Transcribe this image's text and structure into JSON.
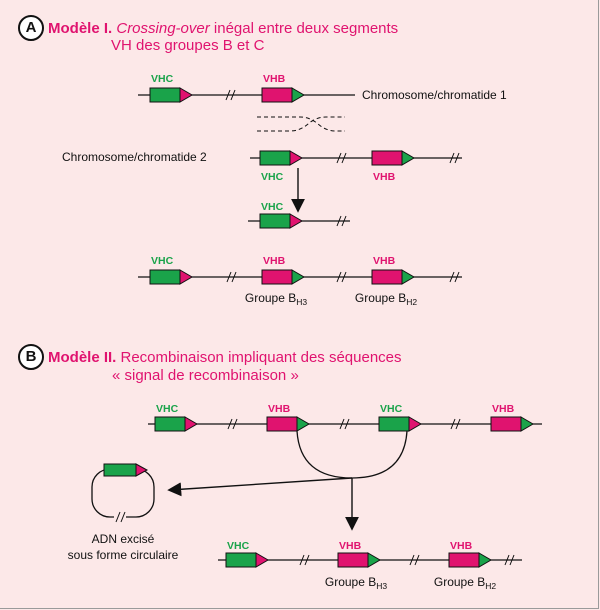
{
  "section_a": {
    "letter": "A",
    "model": "Modèle I.",
    "italic": "Crossing-over",
    "rest": " inégal entre deux segments",
    "line2": "VH des groupes B et C"
  },
  "section_b": {
    "letter": "B",
    "model": "Modèle II.",
    "rest": " Recombinaison impliquant des séquences",
    "line2": "« signal de recombinaison »"
  },
  "labels": {
    "vhc": "VHC",
    "vhb": "VHB",
    "chrom1": "Chromosome/chromatide 1",
    "chrom2": "Chromosome/chromatide 2",
    "groupe_prefix": "Groupe B",
    "h3": "H3",
    "h2": "H2",
    "adn_line1": "ADN excisé",
    "adn_line2": "sous forme circulaire"
  },
  "colors": {
    "vhc": "#1aa34a",
    "vhb": "#e0136f",
    "title": "#e0136f",
    "background": "#fce8e8"
  }
}
